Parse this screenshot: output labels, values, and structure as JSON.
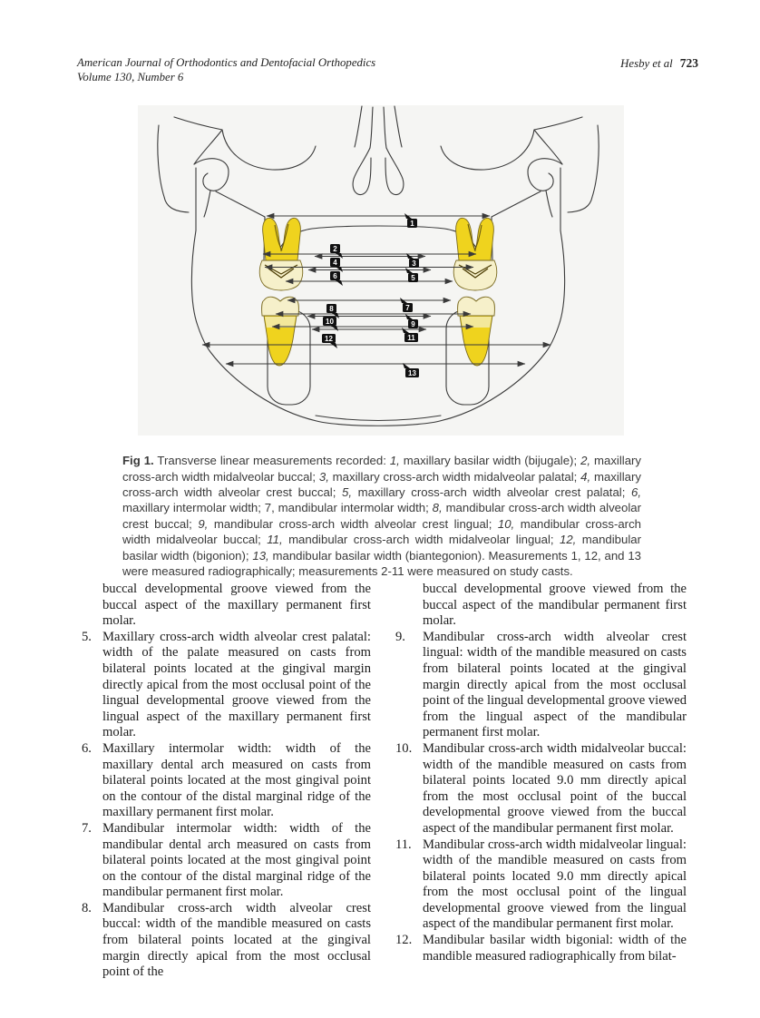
{
  "header": {
    "journal_line1": "American Journal of Orthodontics and Dentofacial Orthopedics",
    "journal_line2": "Volume 130, Number 6",
    "authors": "Hesby et al",
    "page_number": "723"
  },
  "figure": {
    "labels": [
      "1",
      "2",
      "3",
      "4",
      "5",
      "6",
      "7",
      "8",
      "9",
      "10",
      "11",
      "12",
      "13"
    ],
    "colors": {
      "tooth_yellow": "#efd31e",
      "tooth_cream": "#f6f0ca",
      "tooth_pale_band": "#f3e89a",
      "outline": "#3a3a3a",
      "tooth_outline": "#7a6a20",
      "figure_bg": "#f5f5f3",
      "label_bg": "#111111"
    },
    "caption_segments": [
      {
        "t": "Fig 1.",
        "b": 1
      },
      {
        "t": " Transverse linear measurements recorded: "
      },
      {
        "t": "1,",
        "i": 1
      },
      {
        "t": " maxillary basilar width (bijugale); "
      },
      {
        "t": "2,",
        "i": 1
      },
      {
        "t": " maxillary cross-arch width midalveolar buccal; "
      },
      {
        "t": "3,",
        "i": 1
      },
      {
        "t": " maxillary cross-arch width midalveolar palatal; "
      },
      {
        "t": "4,",
        "i": 1
      },
      {
        "t": " maxillary cross-arch width alveolar crest buccal; "
      },
      {
        "t": "5,",
        "i": 1
      },
      {
        "t": " maxillary cross-arch width alveolar crest palatal; "
      },
      {
        "t": "6,",
        "i": 1
      },
      {
        "t": " maxillary intermolar width; 7, mandibular intermolar width; "
      },
      {
        "t": "8,",
        "i": 1
      },
      {
        "t": " mandibular cross-arch width alveolar crest buccal; "
      },
      {
        "t": "9,",
        "i": 1
      },
      {
        "t": " mandibular cross-arch width alveolar crest lingual; "
      },
      {
        "t": "10,",
        "i": 1
      },
      {
        "t": " mandibular cross-arch width midalveolar buccal; "
      },
      {
        "t": "11,",
        "i": 1
      },
      {
        "t": " mandibular cross-arch width midalveolar lingual; "
      },
      {
        "t": "12,",
        "i": 1
      },
      {
        "t": " mandibular basilar width (bigonion); "
      },
      {
        "t": "13,",
        "i": 1
      },
      {
        "t": " mandibular basilar width (biantegonion). Measurements 1, 12, and 13 were measured radiographically; measurements 2-11 were measured on study casts."
      }
    ]
  },
  "body": {
    "left": {
      "continuation": "buccal developmental groove viewed from the buccal aspect of the maxillary permanent first molar.",
      "items": [
        {
          "num": "5.",
          "text": "Maxillary cross-arch width alveolar crest palatal: width of the palate measured on casts from bilateral points located at the gingival margin directly apical from the most occlusal point of the lingual developmental groove viewed from the lingual aspect of the maxillary permanent first molar."
        },
        {
          "num": "6.",
          "text": "Maxillary intermolar width: width of the maxillary dental arch measured on casts from bilateral points located at the most gingival point on the contour of the distal marginal ridge of the maxillary permanent first molar."
        },
        {
          "num": "7.",
          "text": "Mandibular intermolar width: width of the mandibular dental arch measured on casts from bilateral points located at the most gingival point on the contour of the distal marginal ridge of the mandibular permanent first molar."
        },
        {
          "num": "8.",
          "text": "Mandibular cross-arch width alveolar crest buccal: width of the mandible measured on casts from bilateral points located at the gingival margin directly apical from the most occlusal point of the"
        }
      ]
    },
    "right": {
      "continuation": "buccal developmental groove viewed from the buccal aspect of the mandibular permanent first molar.",
      "items": [
        {
          "num": "9.",
          "text": "Mandibular cross-arch width alveolar crest lingual: width of the mandible measured on casts from bilateral points located at the gingival margin directly apical from the most occlusal point of the lingual developmental groove viewed from the lingual aspect of the mandibular permanent first molar."
        },
        {
          "num": "10.",
          "text": "Mandibular cross-arch width midalveolar buccal: width of the mandible measured on casts from bilateral points located 9.0 mm directly apical from the most occlusal point of the buccal developmental groove viewed from the buccal aspect of the mandibular permanent first molar."
        },
        {
          "num": "11.",
          "text": "Mandibular cross-arch width midalveolar lingual: width of the mandible measured on casts from bilateral points located 9.0 mm directly apical from the most occlusal point of the lingual developmental groove viewed from the lingual aspect of the mandibular permanent first molar."
        },
        {
          "num": "12.",
          "text": "Mandibular basilar width bigonial: width of the mandible measured radiographically from bilat-"
        }
      ]
    }
  }
}
